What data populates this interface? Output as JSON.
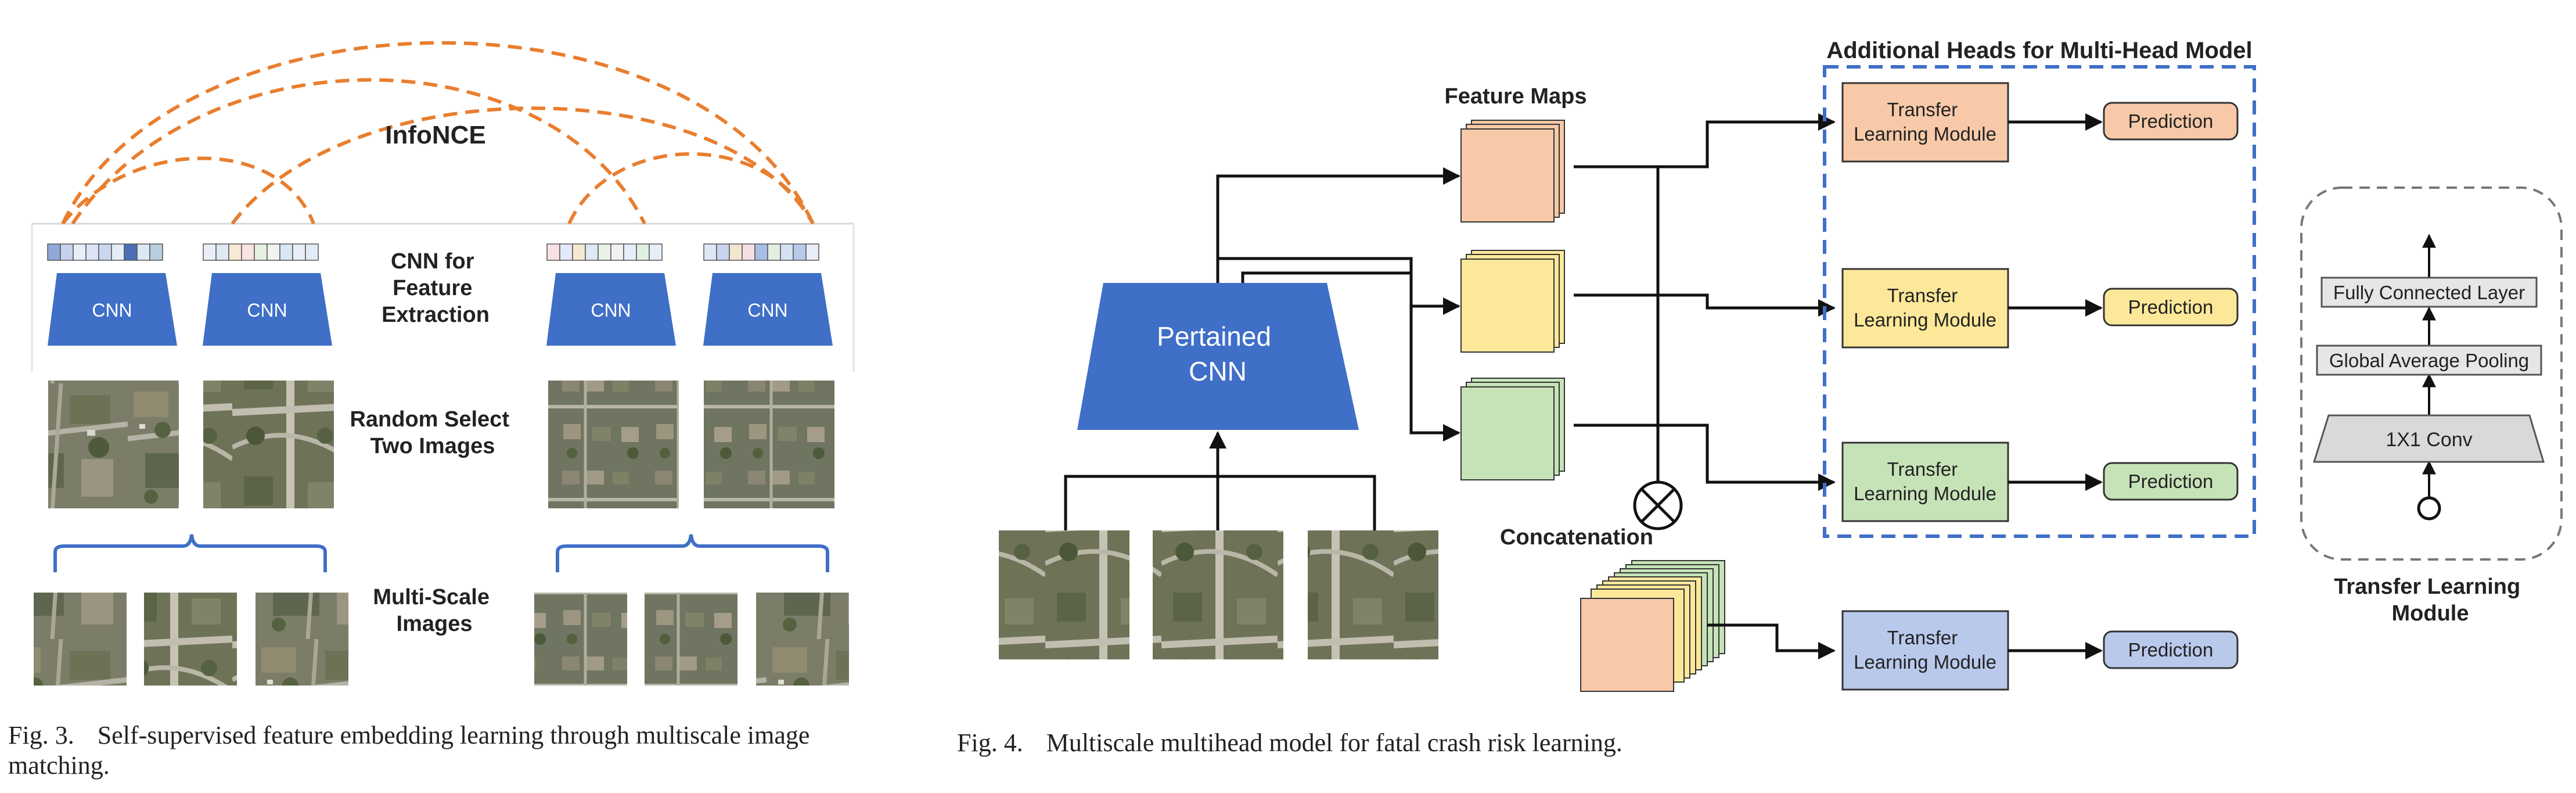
{
  "fig3": {
    "infonce_label": "InfoNCE",
    "cnn_label": "CNN",
    "cnn_feature_label": [
      "CNN for",
      "Feature",
      "Extraction"
    ],
    "random_select_label": [
      "Random Select",
      "Two Images"
    ],
    "multiscale_label": [
      "Multi-Scale",
      "Images"
    ],
    "caption_number": "Fig. 3.",
    "caption_text": [
      "Self-supervised feature embedding learning through multiscale image",
      "matching."
    ],
    "colors": {
      "arc": "#e87e2f",
      "cnn": "#3f6fc7",
      "bracket": "#3f6fc7"
    }
  },
  "fig4": {
    "pretrained_cnn_label": [
      "Pertained",
      "CNN"
    ],
    "feature_maps_label": "Feature Maps",
    "additional_heads_label": "Additional Heads for Multi-Head Model",
    "concatenation_label": "Concatenation",
    "transfer_module_label": [
      "Transfer",
      "Learning Module"
    ],
    "prediction_label": "Prediction",
    "caption_number": "Fig. 4.",
    "caption_text": "Multiscale multihead model for fatal crash risk learning.",
    "colors": {
      "orange": "#f7c9a8",
      "yellow": "#fde89a",
      "green": "#c6e3b8",
      "blue": "#b9c9ec",
      "dashed_box": "#3f6fc7"
    }
  },
  "tlm": {
    "fc_label": "Fully Connected Layer",
    "gap_label": "Global Average Pooling",
    "conv_label": "1X1 Conv",
    "title": [
      "Transfer Learning",
      "Module"
    ]
  }
}
